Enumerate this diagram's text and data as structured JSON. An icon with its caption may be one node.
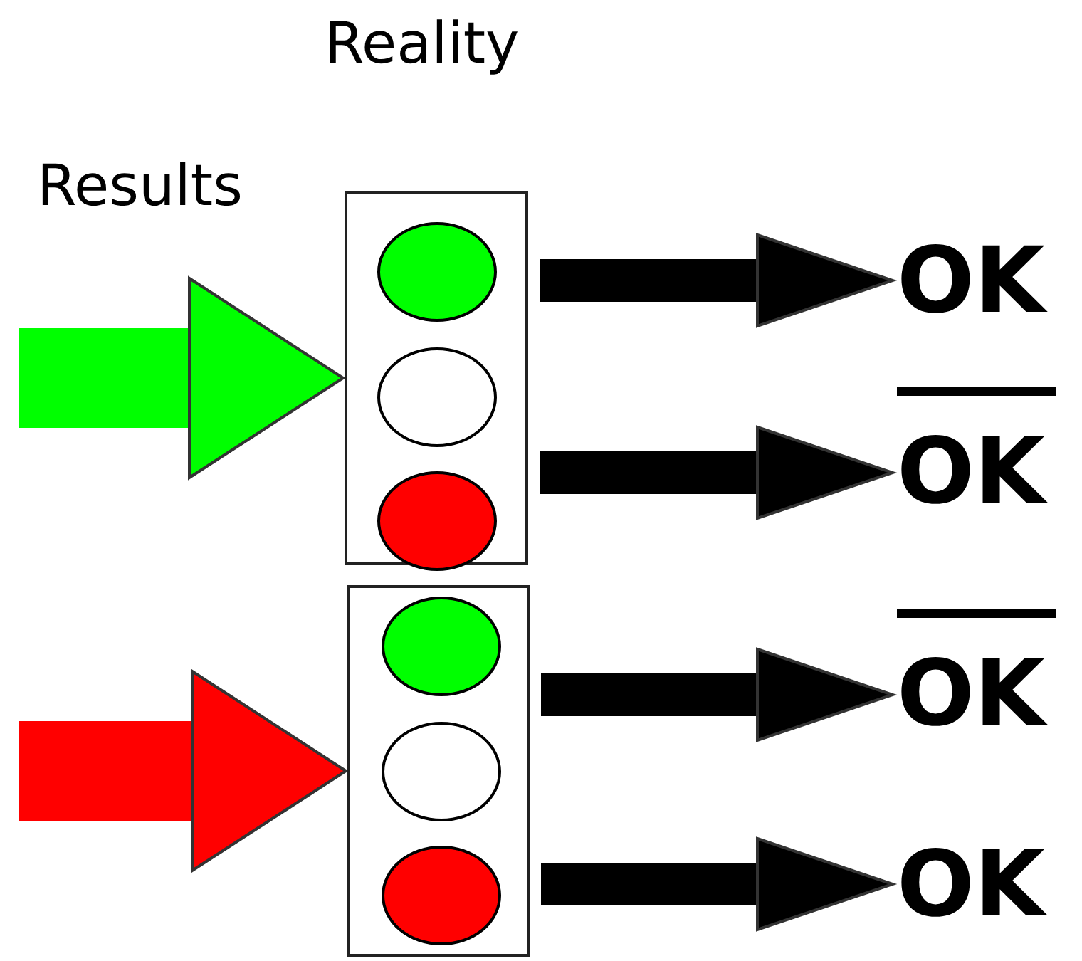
{
  "diagram": {
    "nodes": [
      {
        "text": [],
        "shape": "box"
      },
      {
        "text": [],
        "shape": "circle",
        "in": 0
      },
      {
        "text": [],
        "shape": "circle",
        "in": 0
      },
      {
        "text": [],
        "shape": "circle",
        "in": 0
      },
      {
        "text": [],
        "shape": "box"
      },
      {
        "text": [],
        "shape": "circle",
        "in": 4
      },
      {
        "text": [],
        "shape": "circle",
        "in": 4
      },
      {
        "text": [],
        "shape": "circle",
        "in": 4
      },
      {
        "text": [
          "OK"
        ]
      },
      {
        "text": [
          "OK"
        ]
      },
      {
        "text": [
          "OK"
        ]
      },
      {
        "text": [
          "OK"
        ]
      }
    ],
    "edges": [
      {
        "from": null,
        "to": 0,
        "arrow": "to",
        "style": "thick",
        "color": "#00ff00"
      },
      {
        "from": 0,
        "to": 8,
        "arrow": "to"
      },
      {
        "from": 0,
        "to": 9,
        "arrow": "to"
      },
      {
        "from": null,
        "to": 4,
        "arrow": "to",
        "style": "thick",
        "color": "#ff0000"
      },
      {
        "from": 4,
        "to": 10,
        "arrow": "to"
      },
      {
        "from": 4,
        "to": 11,
        "arrow": "to"
      }
    ],
    "labels": [
      "Reality",
      "Results"
    ]
  }
}
